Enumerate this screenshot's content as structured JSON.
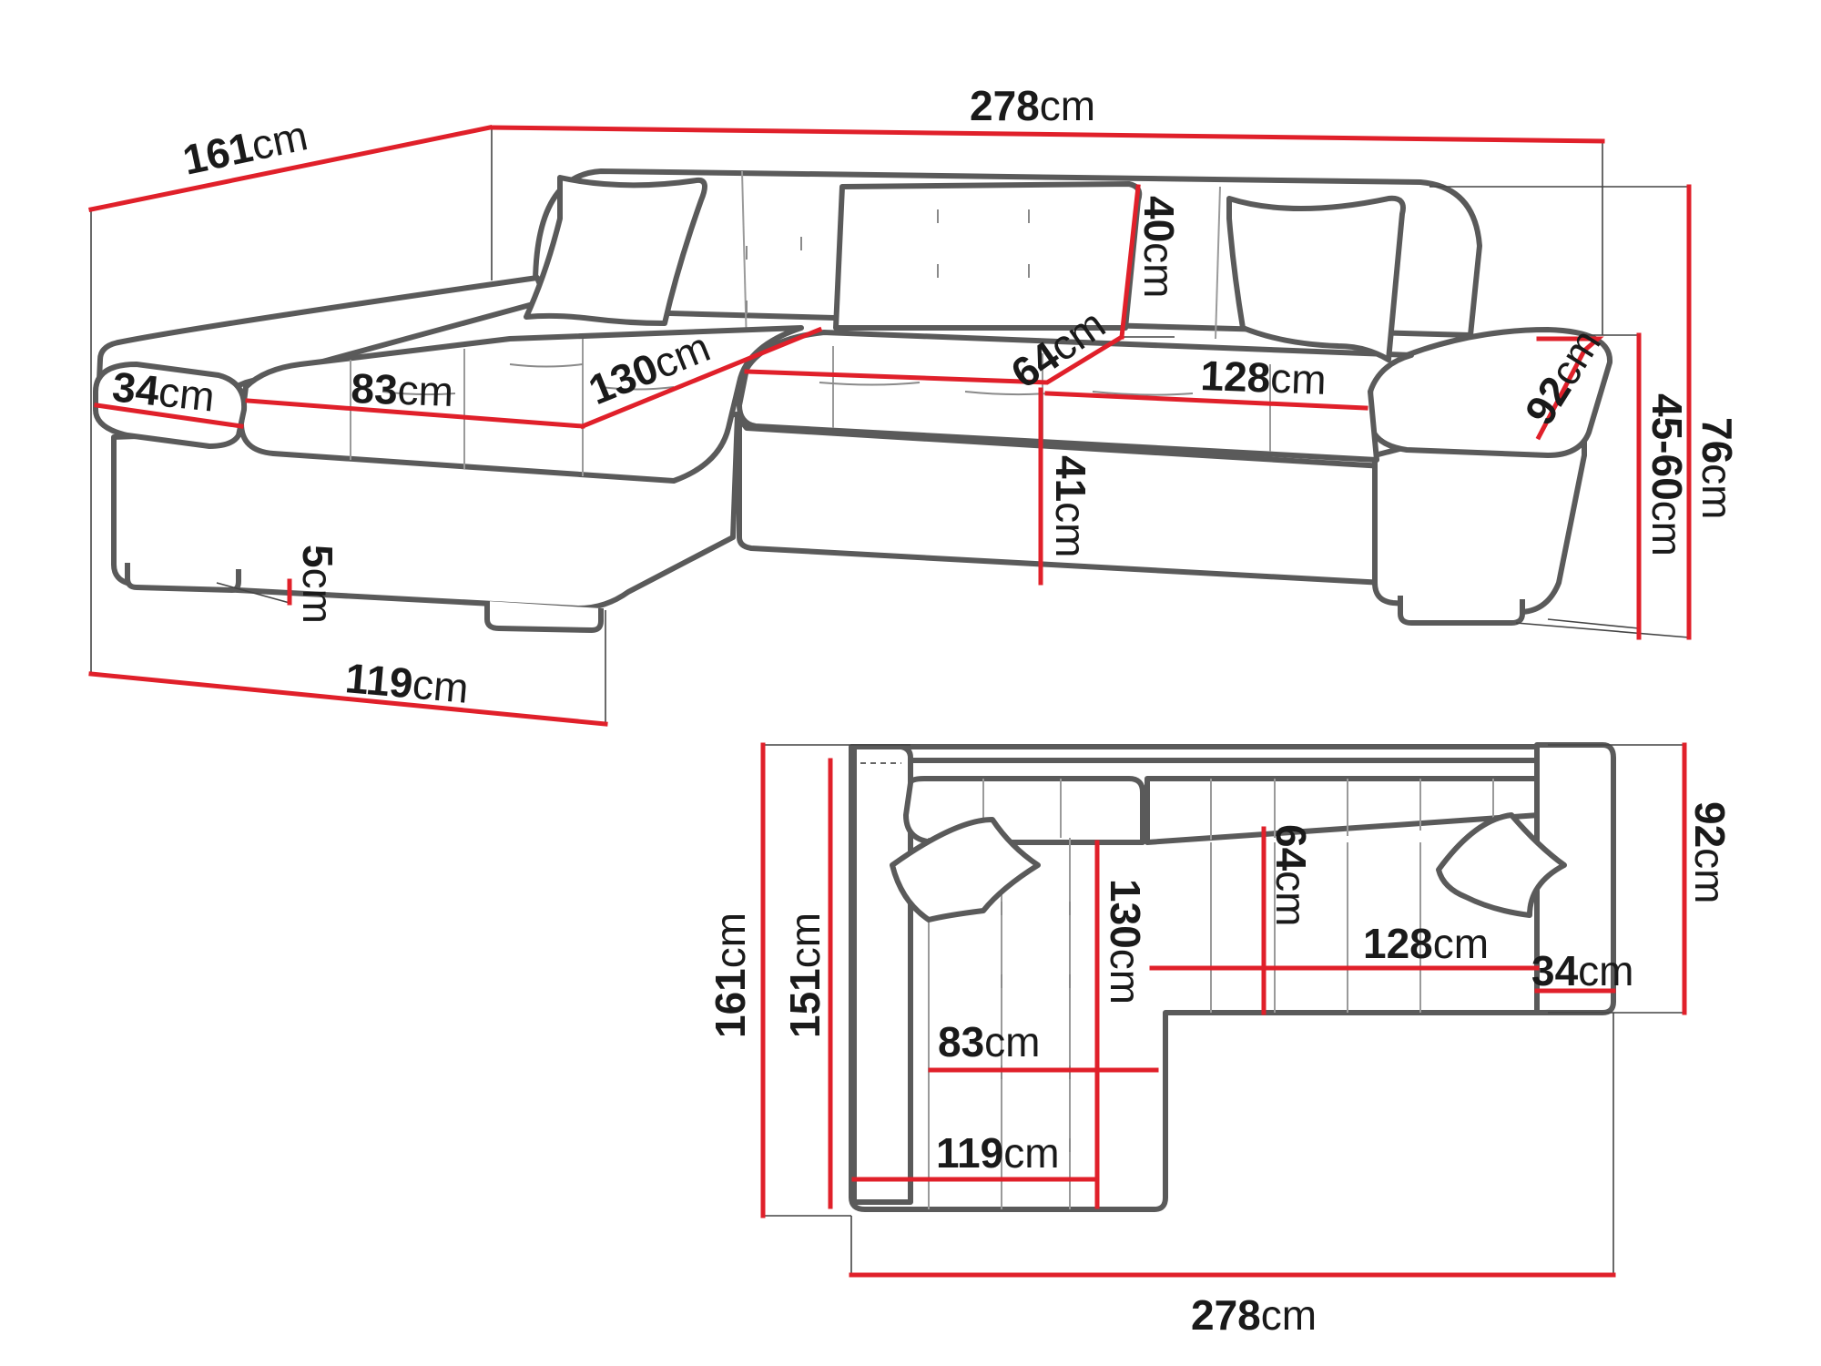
{
  "colors": {
    "dimension_line": "#e0202a",
    "outline": "#5a5a5a",
    "text": "#1a1a1a"
  },
  "perspective_view": {
    "labels": [
      {
        "id": "p-depth-161",
        "num": "161",
        "unit": "cm"
      },
      {
        "id": "p-width-278",
        "num": "278",
        "unit": "cm"
      },
      {
        "id": "p-armrest-34",
        "num": "34",
        "unit": "cm"
      },
      {
        "id": "p-chaise-83",
        "num": "83",
        "unit": "cm"
      },
      {
        "id": "p-chaise-130",
        "num": "130",
        "unit": "cm"
      },
      {
        "id": "p-back-40",
        "num": "40",
        "unit": "cm"
      },
      {
        "id": "p-seat-64",
        "num": "64",
        "unit": "cm"
      },
      {
        "id": "p-seat-128",
        "num": "128",
        "unit": "cm"
      },
      {
        "id": "p-arm-92",
        "num": "92",
        "unit": "cm"
      },
      {
        "id": "p-armh-4560",
        "num": "45-60",
        "unit": "cm"
      },
      {
        "id": "p-height-76",
        "num": "76",
        "unit": "cm"
      },
      {
        "id": "p-seath-41",
        "num": "41",
        "unit": "cm"
      },
      {
        "id": "p-leg-5",
        "num": "5",
        "unit": "cm"
      },
      {
        "id": "p-chaise-119",
        "num": "119",
        "unit": "cm"
      }
    ]
  },
  "top_view": {
    "labels": [
      {
        "id": "t-depth-161",
        "num": "161",
        "unit": "cm"
      },
      {
        "id": "t-depth-151",
        "num": "151",
        "unit": "cm"
      },
      {
        "id": "t-chaise-130",
        "num": "130",
        "unit": "cm"
      },
      {
        "id": "t-seat-64",
        "num": "64",
        "unit": "cm"
      },
      {
        "id": "t-seat-128",
        "num": "128",
        "unit": "cm"
      },
      {
        "id": "t-arm-34",
        "num": "34",
        "unit": "cm"
      },
      {
        "id": "t-arm-92",
        "num": "92",
        "unit": "cm"
      },
      {
        "id": "t-chaise-83",
        "num": "83",
        "unit": "cm"
      },
      {
        "id": "t-chaise-119",
        "num": "119",
        "unit": "cm"
      },
      {
        "id": "t-width-278",
        "num": "278",
        "unit": "cm"
      }
    ]
  }
}
